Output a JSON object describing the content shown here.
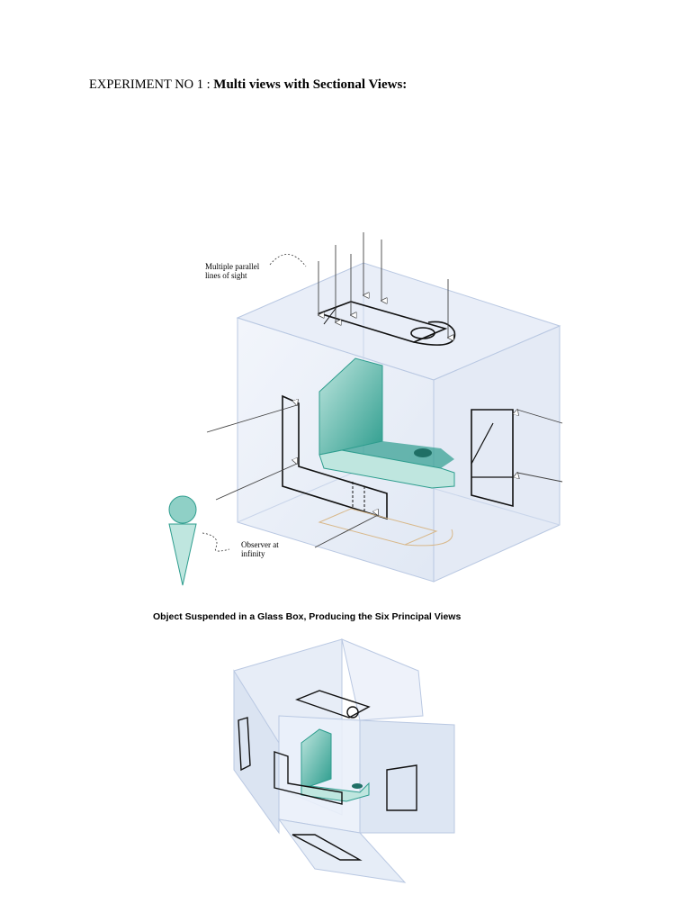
{
  "document": {
    "heading_prefix": "EXPERIMENT NO 1 :",
    "heading_title": "Multi views with Sectional Views:"
  },
  "figure1": {
    "label_lines_of_sight_1": "Multiple parallel",
    "label_lines_of_sight_2": "lines of sight",
    "label_observer_1": "Observer at",
    "label_observer_2": "infinity",
    "caption": "Object Suspended in a Glass Box, Producing the Six Principal Views"
  },
  "colors": {
    "glass": "#dfe7f4",
    "glass_edge": "#b9c8e2",
    "teal": "#2e9d8e",
    "teal_light": "#bfe6df"
  }
}
